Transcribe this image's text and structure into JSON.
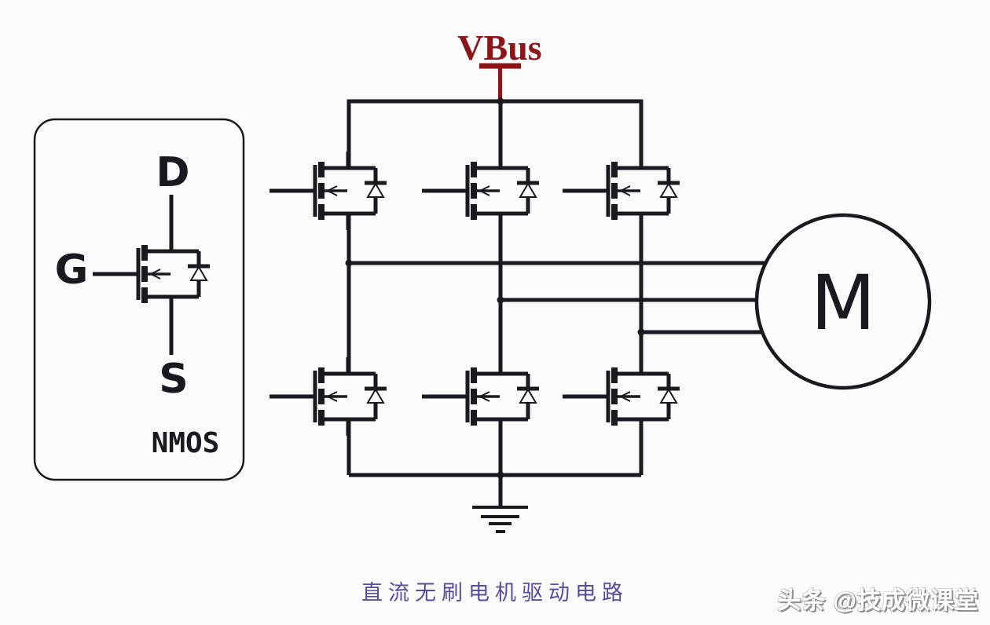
{
  "page": {
    "background": "#fbfbfb",
    "ink_color": "#1a1920"
  },
  "power_rail": {
    "label": "VBus",
    "color": "#8c1519"
  },
  "legend": {
    "drain_label": "D",
    "gate_label": "G",
    "source_label": "S",
    "device_label": "NMOS"
  },
  "motor": {
    "label": "M"
  },
  "caption": {
    "text": "直流无刷电机驱动电路",
    "color": "#574d9f"
  },
  "watermark": {
    "text": "头条 @技成微课堂"
  }
}
